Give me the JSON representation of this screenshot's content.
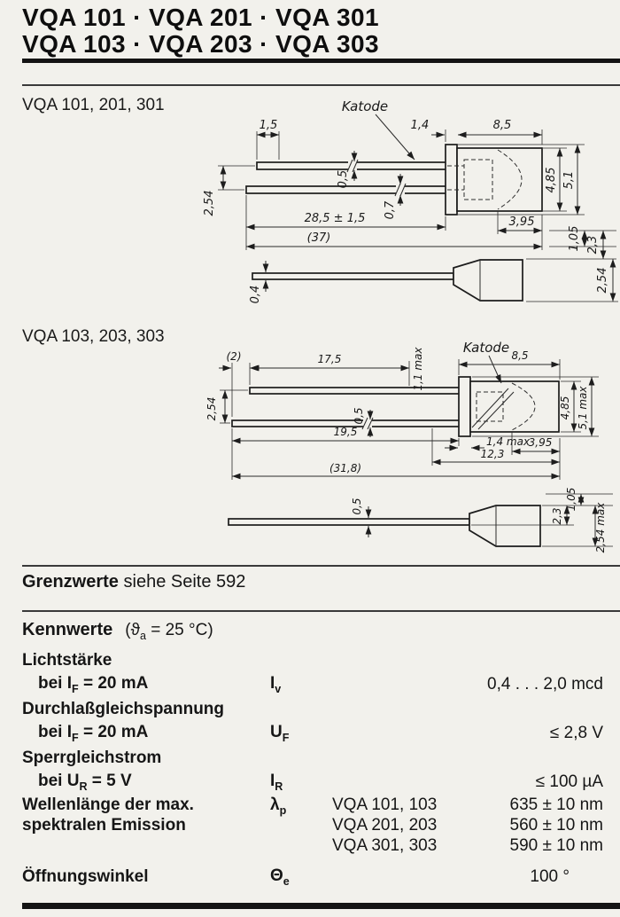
{
  "header": {
    "title_line1": "VQA 101 · VQA 201 · VQA 301",
    "title_line2": "VQA 103 · VQA 203 · VQA 303"
  },
  "drawing1": {
    "label": "VQA 101, 201, 301",
    "katode": "Katode",
    "dims": {
      "lead_end": "1,5",
      "flange_w": "1,4",
      "body_len": "8,5",
      "body_dia": "4,85",
      "flange_dia": "5,1",
      "lead_th_top": "0,5",
      "lead_th_bot": "0,7",
      "pitch": "2,54",
      "lead_len": "28,5 ± 1,5",
      "dome_len": "3,95",
      "overall": "(37)",
      "off_a": "1,05",
      "off_b": "2,3",
      "off_c": "2,54",
      "lead_w": "0,4"
    }
  },
  "drawing2": {
    "label": "VQA 103, 203, 303",
    "katode": "Katode",
    "dims": {
      "stagger": "(2)",
      "lead_top_len": "17,5",
      "crimp": "1,1 max",
      "body_len": "8,5",
      "pitch": "2,54",
      "lead_th": "0,5",
      "body_dia": "4,85",
      "flange_dia": "5,1 max",
      "lead_bot_len": "19,5",
      "flange_w": "1,4 max",
      "dome_len": "3,95",
      "front_len": "12,3",
      "overall": "(31,8)",
      "lead_w": "0,5",
      "off_a": "1,05",
      "off_b": "2,3",
      "off_c": "2,54 max"
    }
  },
  "grenzwerte": {
    "lead_word": "Grenzwerte",
    "rest": "siehe Seite 592"
  },
  "kennwerte": {
    "title": "Kennwerte",
    "cond_pre": "(ϑ",
    "cond_sub": "a",
    "cond_post": " = 25 °C)"
  },
  "table": {
    "rows": [
      {
        "label": "Lichtstärke",
        "cond": {
          "pre": "bei I",
          "sub": "F",
          "post": " = 20 mA"
        },
        "sym": {
          "base": "I",
          "sub": "v"
        },
        "value": "0,4 . . . 2,0 mcd"
      },
      {
        "label": "Durchlaßgleichspannung",
        "cond": {
          "pre": "bei I",
          "sub": "F",
          "post": " = 20 mA"
        },
        "sym": {
          "base": "U",
          "sub": "F"
        },
        "value": "≤ 2,8 V"
      },
      {
        "label": "Sperrgleichstrom",
        "cond": {
          "pre": "bei U",
          "sub": "R",
          "post": " = 5 V"
        },
        "sym": {
          "base": "I",
          "sub": "R"
        },
        "value": "≤ 100 µA"
      },
      {
        "label_line1": "Wellenlänge der max.",
        "label_line2": "spektralen Emission",
        "sym": {
          "base": "λ",
          "sub": "p"
        },
        "variants": [
          {
            "name": "VQA 101, 103",
            "value": "635 ± 10 nm"
          },
          {
            "name": "VQA 201, 203",
            "value": "560 ± 10 nm"
          },
          {
            "name": "VQA 301, 303",
            "value": "590 ± 10 nm"
          }
        ]
      },
      {
        "label": "Öffnungswinkel",
        "sym": {
          "base": "Θ",
          "sub": "e"
        },
        "value": "100 °"
      }
    ]
  }
}
